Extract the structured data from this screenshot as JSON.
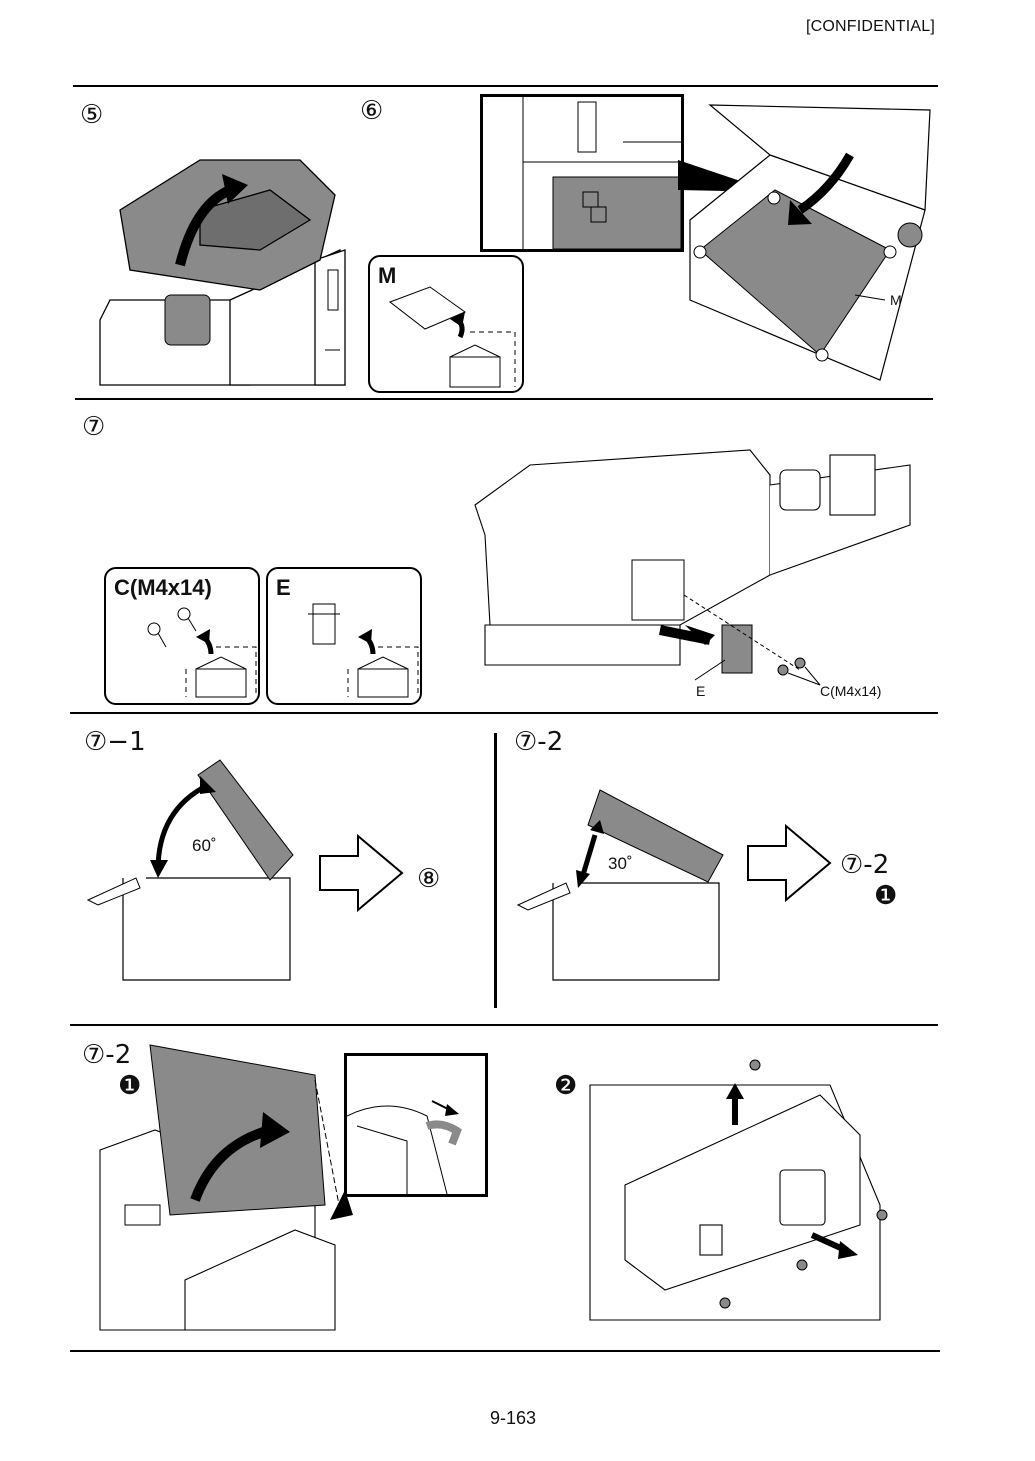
{
  "header": {
    "confidential": "[CONFIDENTIAL]"
  },
  "steps": {
    "s5": "⑤",
    "s6": "⑥",
    "s7": "⑦",
    "s7_1": "⑦−1",
    "s7_2a": "⑦-2",
    "s7_2b": "⑦-2",
    "s8_ref": "⑧",
    "s7_2_ref": "⑦-2",
    "sub1_ref": "❶",
    "sub1": "❶",
    "sub2": "❷"
  },
  "parts": {
    "m_label": "M",
    "m_callout": "M",
    "c_label": "C(M4x14)",
    "e_label": "E",
    "c_callout": "C(M4x14)",
    "e_callout": "E"
  },
  "angles": {
    "a60": "60˚",
    "a30": "30˚"
  },
  "footer": {
    "page_number": "9-163"
  },
  "colors": {
    "part_gray": "#8a8a8a",
    "line": "#000000",
    "fill_light": "#f4f4f4"
  }
}
